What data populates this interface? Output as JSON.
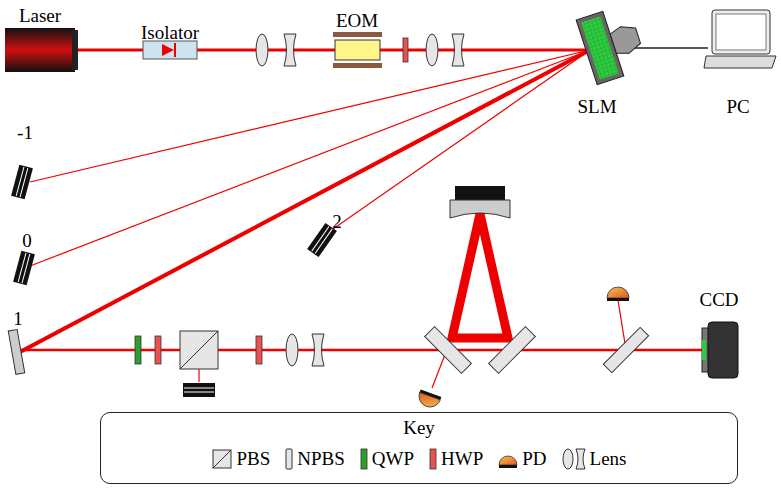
{
  "diagram": {
    "nodes": [
      {
        "text": [
          "Key"
        ]
      }
    ],
    "labels": [
      "Laser",
      "Isolator",
      "EOM",
      "SLM",
      "PC",
      "-1",
      "0",
      "2",
      "1",
      "CCD"
    ],
    "legend": [
      {
        "text": "PBS"
      },
      {
        "text": "NPBS"
      },
      {
        "text": "QWP",
        "color": "#2e9e2e"
      },
      {
        "text": "HWP",
        "color": "#e8524f"
      },
      {
        "text": "PD"
      },
      {
        "text": "Lens"
      }
    ]
  }
}
